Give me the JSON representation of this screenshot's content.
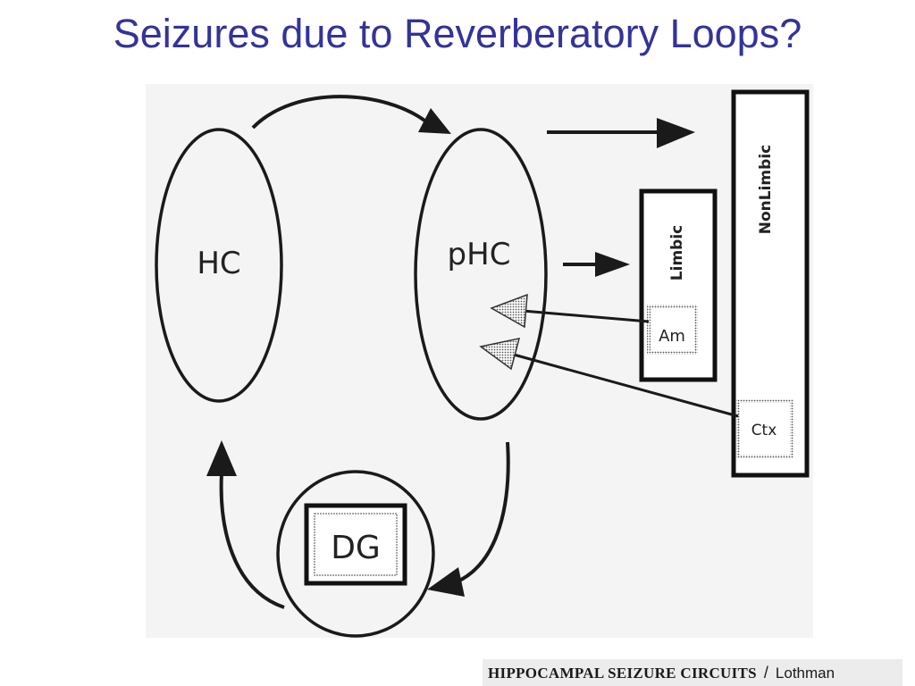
{
  "slide": {
    "title": "Seizures due to Reverberatory Loops?"
  },
  "diagram": {
    "nodes": {
      "hc": "HC",
      "phc": "pHC",
      "dg": "DG",
      "limbic": "Limbic",
      "nonlimbic": "NonLimbic",
      "am": "Am",
      "ctx": "Ctx"
    },
    "colors": {
      "title": "#333399",
      "ink": "#1a1a1a",
      "panel": "#f4f4f4"
    }
  },
  "footer": {
    "source": "HIPPOCAMPAL SEIZURE CIRCUITS",
    "separator": "/",
    "author": "Lothman"
  }
}
